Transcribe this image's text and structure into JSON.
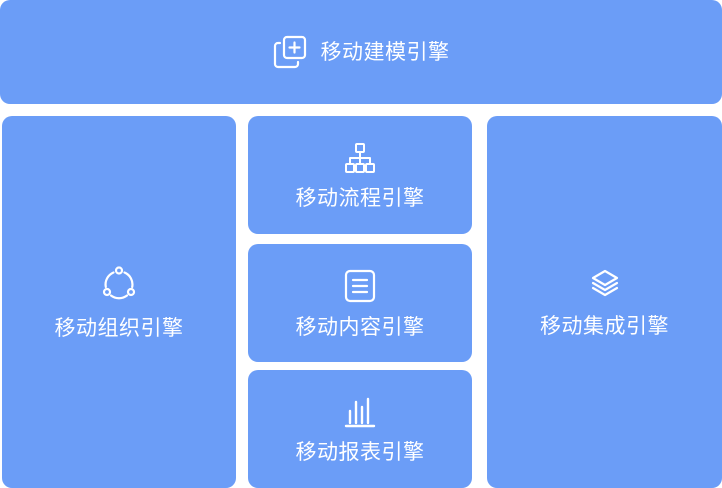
{
  "tiles": {
    "modeling": {
      "label": "移动建模引擎",
      "icon": "plus-square-stack-icon"
    },
    "organization": {
      "label": "移动组织引擎",
      "icon": "share-nodes-icon"
    },
    "workflow": {
      "label": "移动流程引擎",
      "icon": "org-chart-icon"
    },
    "content": {
      "label": "移动内容引擎",
      "icon": "document-lines-icon"
    },
    "report": {
      "label": "移动报表引擎",
      "icon": "bar-chart-icon"
    },
    "integration": {
      "label": "移动集成引擎",
      "icon": "layers-icon"
    }
  },
  "colors": {
    "tile": "#6b9df7",
    "text": "#ffffff"
  }
}
